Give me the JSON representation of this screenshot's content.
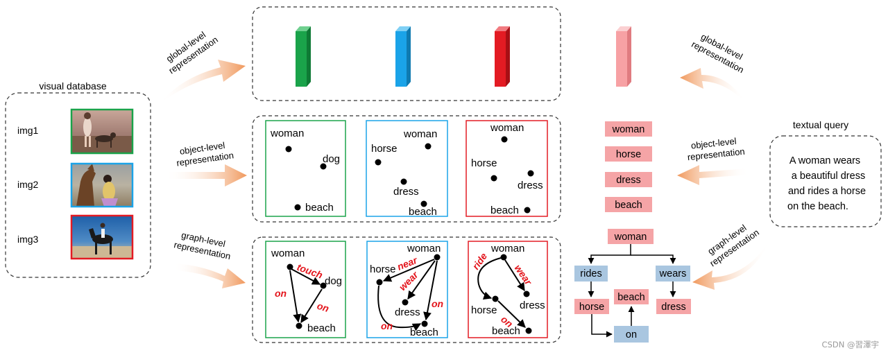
{
  "colors": {
    "green": "#1aa34a",
    "blue": "#1aa3e8",
    "red": "#e31b23",
    "pink": "#f7a1a4",
    "relation_red": "#e3141b",
    "pink_box": "#f5a4a6",
    "blue_box": "#a9c6e0",
    "arrow_orange": "#f1a36c"
  },
  "database": {
    "title": "visual database",
    "images": [
      {
        "label": "img1",
        "frame_color": "#1aa34a",
        "scene": "beach-dog-photo"
      },
      {
        "label": "img2",
        "frame_color": "#1aa3e8",
        "scene": "horse-girl-photo"
      },
      {
        "label": "img3",
        "frame_color": "#e31b23",
        "scene": "rider-horse-photo"
      }
    ]
  },
  "left_arrows": {
    "global": {
      "line1": "global-level",
      "line2": "representation"
    },
    "object": {
      "line1": "object-level",
      "line2": "representation"
    },
    "graph": {
      "line1": "graph-level",
      "line2": "representation"
    }
  },
  "right_arrows": {
    "global": {
      "line1": "global-level",
      "line2": "representation"
    },
    "object": {
      "line1": "object-level",
      "line2": "representation"
    },
    "graph": {
      "line1": "graph-level",
      "line2": "representation"
    }
  },
  "global_bars": [
    "green",
    "blue",
    "red",
    "pink"
  ],
  "object_panels": {
    "green": {
      "woman": "woman",
      "dog": "dog",
      "beach": "beach"
    },
    "blue": {
      "woman": "woman",
      "horse": "horse",
      "dress": "dress",
      "beach": "beach"
    },
    "red": {
      "woman": "woman",
      "horse": "horse",
      "dress": "dress",
      "beach": "beach"
    }
  },
  "graph_panels": {
    "green": {
      "woman": "woman",
      "dog": "dog",
      "beach": "beach",
      "touch": "touch",
      "on1": "on",
      "on2": "on"
    },
    "blue": {
      "woman": "woman",
      "horse": "horse",
      "dress": "dress",
      "beach": "beach",
      "near": "near",
      "wear": "wear",
      "on1": "on",
      "on2": "on"
    },
    "red": {
      "woman": "woman",
      "horse": "horse",
      "dress": "dress",
      "beach": "beach",
      "ride": "ride",
      "wear": "wear",
      "on": "on"
    }
  },
  "query": {
    "title": "textual query",
    "lines": [
      "A woman wears",
      "a beautiful dress",
      "and rides a horse",
      "on the beach."
    ]
  },
  "query_objects": [
    "woman",
    "horse",
    "dress",
    "beach"
  ],
  "query_graph": {
    "woman": "woman",
    "rides": "rides",
    "wears": "wears",
    "horse": "horse",
    "beach": "beach",
    "dress": "dress",
    "on": "on"
  },
  "watermark": "CSDN @習澤宇"
}
